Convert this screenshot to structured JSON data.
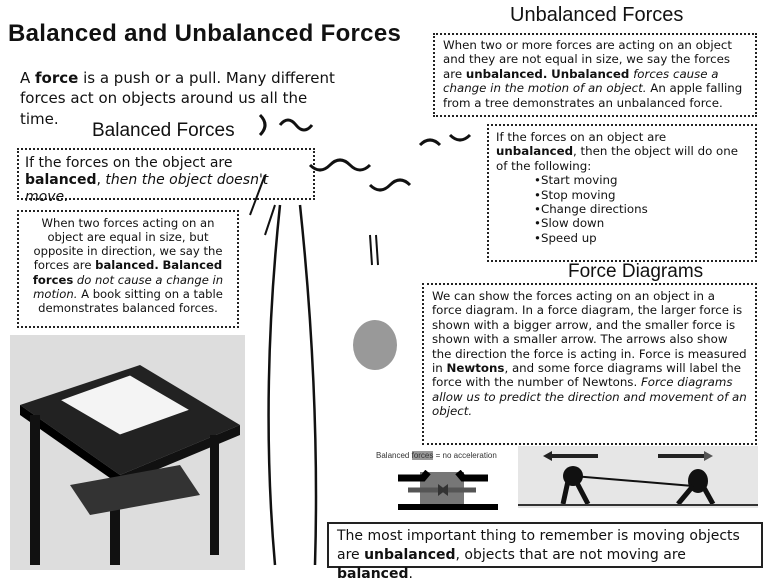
{
  "title": "Balanced and Unbalanced Forces",
  "intro": [
    {
      "t": "A "
    },
    {
      "t": "force",
      "b": true
    },
    {
      "t": " is a push or a pull. Many different forces act on objects around us all the time."
    }
  ],
  "balanced": {
    "heading": "Balanced Forces",
    "box1": [
      {
        "t": "If the forces on the object are "
      },
      {
        "t": "balanced",
        "b": true
      },
      {
        "t": ", "
      },
      {
        "t": "then the object doesn't move.",
        "i": true
      }
    ],
    "box2": [
      {
        "t": "When two forces acting on an object are equal in size, but opposite in direction, we say the forces are "
      },
      {
        "t": "balanced.",
        "b": true
      },
      {
        "t": "  "
      },
      {
        "t": "Balanced forces",
        "b": true
      },
      {
        "t": "  "
      },
      {
        "t": "do not cause a change in motion.",
        "i": true
      },
      {
        "t": "  A book sitting on a table demonstrates balanced forces."
      }
    ]
  },
  "unbalanced": {
    "heading": "Unbalanced Forces",
    "box3": [
      {
        "t": "When two or more forces are acting on an object and they are not equal in size, we say the forces are "
      },
      {
        "t": "unbalanced.",
        "b": true
      },
      {
        "t": "   "
      },
      {
        "t": "Unbalanced",
        "b": true
      },
      {
        "t": " "
      },
      {
        "t": "forces cause a change in the motion of an object.",
        "i": true
      },
      {
        "t": "  An apple falling from a tree demonstrates an unbalanced force."
      }
    ],
    "box4": [
      {
        "t": "If the forces on an object are "
      },
      {
        "t": "unbalanced",
        "b": true
      },
      {
        "t": ", then the object will do one of the following:"
      }
    ],
    "list": [
      "•Start moving",
      "•Stop moving",
      "•Change directions",
      "•Slow down",
      "•Speed up"
    ]
  },
  "diagrams": {
    "heading": "Force Diagrams",
    "box5": [
      {
        "t": "We can show the forces acting on an object in a force diagram.  In a force diagram, the larger force is shown with a bigger arrow, and the smaller force is shown with a smaller arrow.  The arrows also show the direction the force is acting in.  Force is measured in "
      },
      {
        "t": "Newtons",
        "b": true
      },
      {
        "t": ", and some force diagrams will label the force with the number of Newtons.  "
      },
      {
        "t": "Force diagrams allow us to predict the direction and movement of an object.",
        "i": true
      }
    ],
    "caption_pre": "Balanced ",
    "caption_hl": "forces",
    "caption_post": " = no acceleration"
  },
  "bottom": [
    {
      "t": "The most important thing to remember is moving objects are "
    },
    {
      "t": "unbalanced",
      "b": true
    },
    {
      "t": ", objects that are not moving are "
    },
    {
      "t": "balanced",
      "b": true
    },
    {
      "t": "."
    }
  ]
}
